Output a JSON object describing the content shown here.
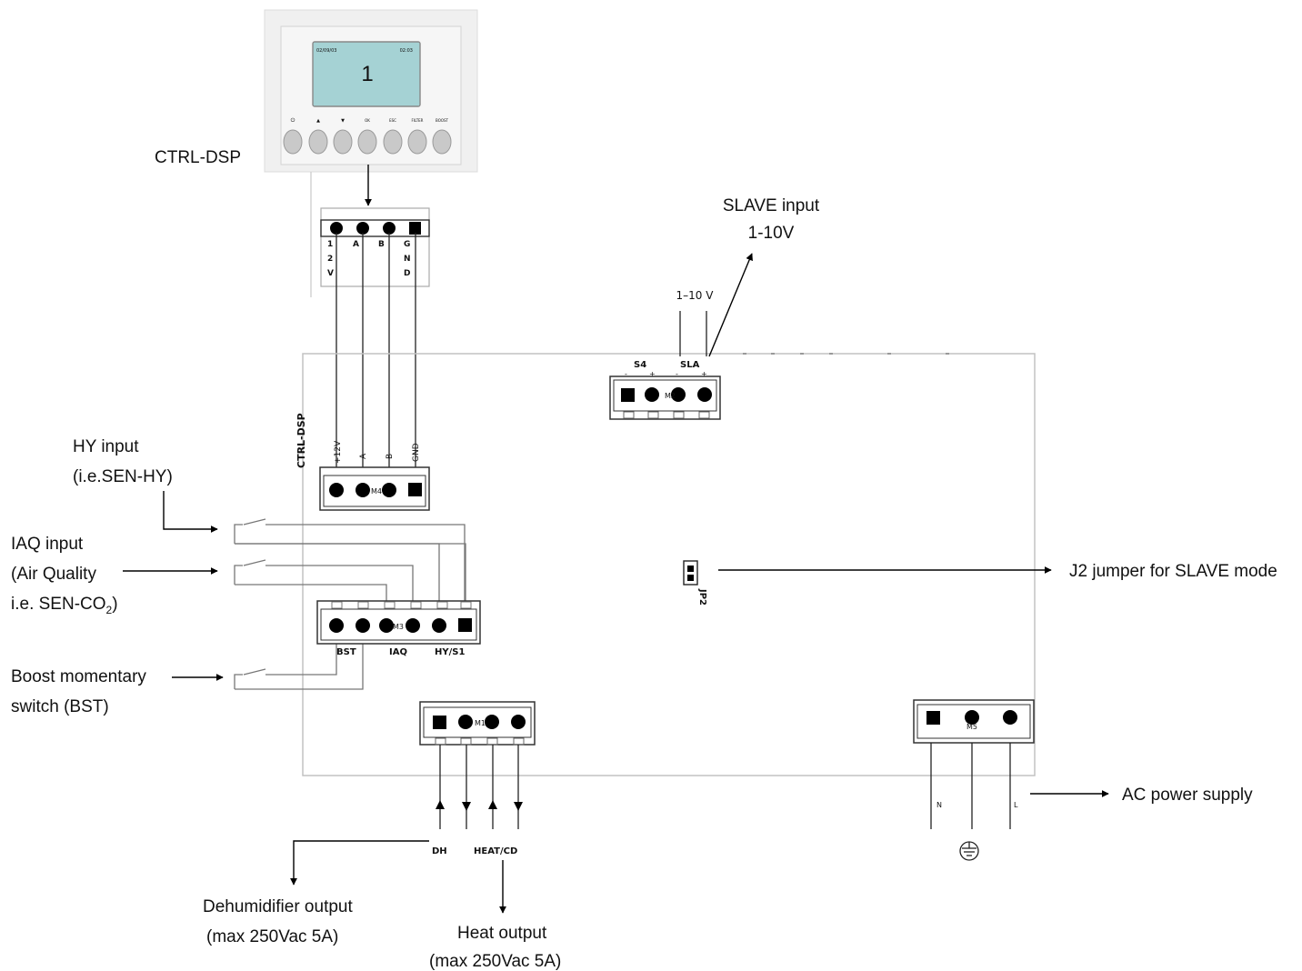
{
  "display": {
    "screen_date": "02/09/03",
    "screen_time": "02:03",
    "screen_value": "1",
    "button_labels": [
      "⏻",
      "▲",
      "▼",
      "OK",
      "ESC",
      "FILTER",
      "BOOST"
    ],
    "label": "CTRL-DSP"
  },
  "top_connector": {
    "pins": [
      [
        "1",
        "2",
        "V"
      ],
      [
        "A"
      ],
      [
        "B"
      ],
      [
        "G",
        "N",
        "D"
      ]
    ]
  },
  "slave": {
    "label_line1": "SLAVE input",
    "label_line2": "1-10V",
    "wire_label": "1–10 V",
    "conn_s4": "S4",
    "conn_sla": "SLA",
    "conn_name": "M2"
  },
  "ctrl_conn": {
    "side_label": "CTRL-DSP",
    "pins": [
      "+12V",
      "A",
      "B",
      "GND"
    ],
    "name": "M4"
  },
  "m3_conn": {
    "name": "M3",
    "labels": [
      "BST",
      "IAQ",
      "HY/S1"
    ]
  },
  "m1_conn": {
    "name": "M1",
    "output_labels": [
      "DH",
      "HEAT/CD"
    ]
  },
  "power_conn": {
    "name": "M5",
    "wire_labels": [
      "N",
      "L"
    ]
  },
  "jumper": {
    "name": "JP2"
  },
  "annotations": {
    "hy_line1": "HY input",
    "hy_line2": "(i.e.SEN-HY)",
    "iaq_line1": "IAQ input",
    "iaq_line2": "(Air Quality",
    "iaq_line3a": "i.e. SEN-CO",
    "iaq_line3sub": "2",
    "iaq_line3b": ")",
    "boost_line1": "Boost momentary",
    "boost_line2": "switch (BST)",
    "jumper_label": "J2 jumper for SLAVE mode",
    "ac_label": "AC power supply",
    "dh_line1": "Dehumidifier output",
    "dh_line2": "(max 250Vac 5A)",
    "heat_line1": "Heat output",
    "heat_line2": "(max 250Vac 5A)"
  }
}
